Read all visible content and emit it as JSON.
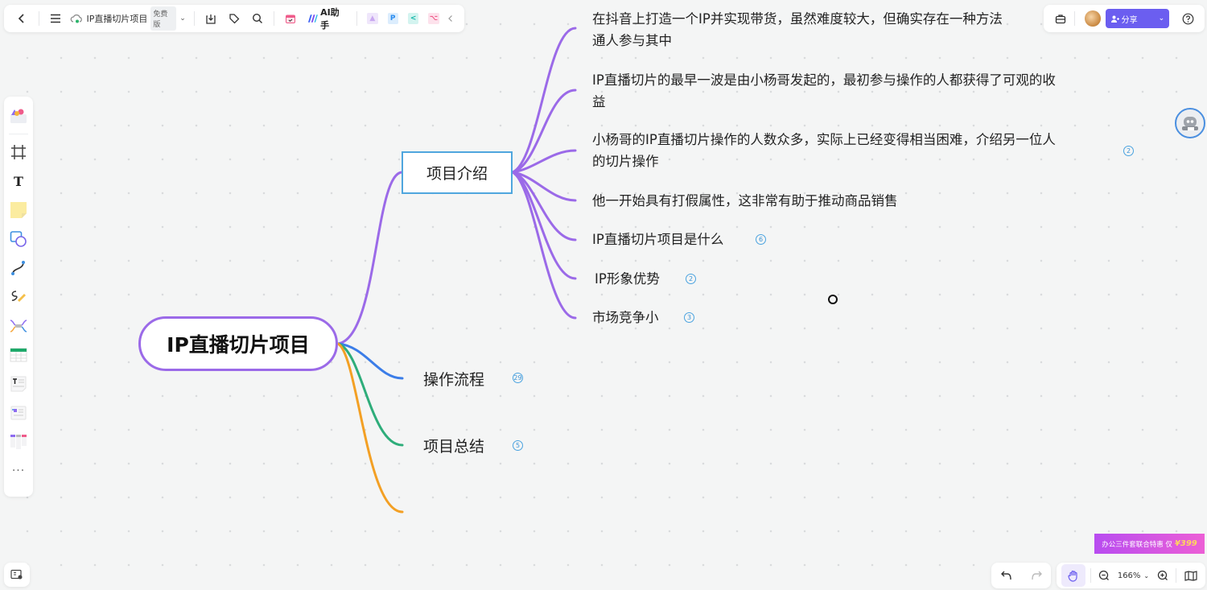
{
  "toolbar": {
    "back_icon": "chevron-left-icon",
    "menu_icon": "hamburger-icon",
    "cloud_icon": "cloud-sync-icon",
    "doc_title": "IP直播切片项目",
    "plan_badge": "免费版",
    "download_icon": "download-icon",
    "tag_icon": "tag-icon",
    "search_icon": "search-icon",
    "calendar_icon": "calendar-icon",
    "ai_label": "AI助手",
    "apps": [
      {
        "name": "image-app-icon",
        "glyph": "▲",
        "color": "#c9a8f0",
        "bg": "#efe6fb"
      },
      {
        "name": "p-app-icon",
        "glyph": "P",
        "color": "#2a8cef",
        "bg": "#dcedfd"
      },
      {
        "name": "share-flow-app-icon",
        "glyph": "<",
        "color": "#10b6a8",
        "bg": "#d4f4f0"
      },
      {
        "name": "mindmap-app-icon",
        "glyph": "⌥",
        "color": "#ef5b8a",
        "bg": "#fde2ec"
      }
    ],
    "collapse_icon": "chevron-left-icon"
  },
  "topright": {
    "briefcase_icon": "briefcase-icon",
    "share_label": "分享",
    "help_icon": "help-icon"
  },
  "left_tools": [
    {
      "name": "template-tool-icon"
    },
    {
      "name": "frame-tool-icon"
    },
    {
      "name": "text-tool-icon",
      "glyph": "T"
    },
    {
      "name": "sticky-note-tool-icon"
    },
    {
      "name": "shape-tool-icon"
    },
    {
      "name": "connector-tool-icon"
    },
    {
      "name": "pen-tool-icon"
    },
    {
      "name": "mindmap-tool-icon"
    },
    {
      "name": "table-tool-icon"
    },
    {
      "name": "text-doc-tool-icon"
    },
    {
      "name": "card-tool-icon"
    },
    {
      "name": "kanban-tool-icon"
    },
    {
      "name": "more-tools-icon",
      "glyph": "···"
    }
  ],
  "mindmap": {
    "root": "IP直播切片项目",
    "branch_colors": {
      "intro": "#9b6ae8",
      "process": "#3b7de8",
      "summary": "#2ead7a",
      "extra": "#f3a024"
    },
    "intro": {
      "label": "项目介绍",
      "children": [
        {
          "text_line1": "在抖音上打造一个IP并实现带货，虽然难度较大，但确实存在一种方法",
          "text_line2": "通人参与其中",
          "count": ""
        },
        {
          "text_line1": "IP直播切片的最早一波是由小杨哥发起的，最初参与操作的人都获得了可观的收",
          "text_line2": "益",
          "count": ""
        },
        {
          "text_line1": "小杨哥的IP直播切片操作的人数众多，实际上已经变得相当困难，介绍另一位人",
          "text_line2": "的切片操作",
          "count": "2"
        },
        {
          "text_line1": "他一开始具有打假属性，这非常有助于推动商品销售",
          "text_line2": "",
          "count": ""
        },
        {
          "text_line1": "IP直播切片项目是什么",
          "text_line2": "",
          "count": "6"
        },
        {
          "text_line1": "IP形象优势",
          "text_line2": "",
          "count": "2"
        },
        {
          "text_line1": "市场竞争小",
          "text_line2": "",
          "count": "3"
        }
      ]
    },
    "process": {
      "label": "操作流程",
      "count": "29"
    },
    "summary": {
      "label": "项目总结",
      "count": "5"
    }
  },
  "bottom": {
    "outline_icon": "outline-panel-icon",
    "undo_icon": "undo-icon",
    "redo_icon": "redo-icon",
    "hand_icon": "hand-pan-icon",
    "zoom_out_icon": "zoom-out-icon",
    "zoom_level": "166%",
    "zoom_in_icon": "zoom-in-icon",
    "map_icon": "minimap-icon"
  },
  "promo": {
    "text": "办公三件套联合特惠 仅",
    "price": "¥399"
  }
}
